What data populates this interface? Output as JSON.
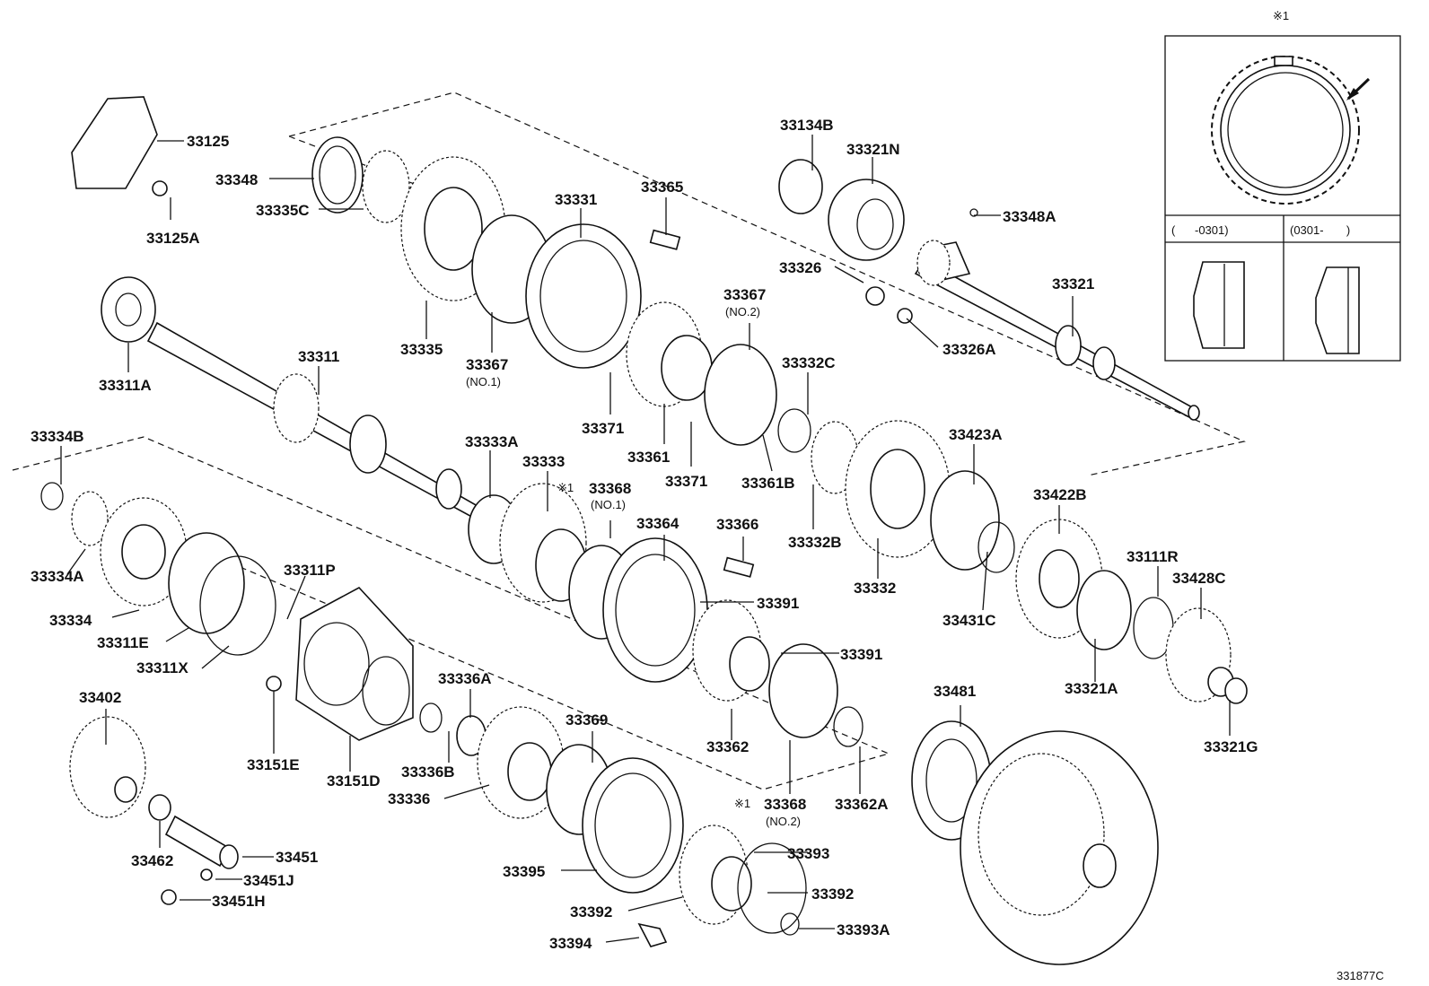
{
  "diagram_code": "331877C",
  "inset": {
    "marker": "※1",
    "col1": "(      -0301)",
    "col2": "(0301-       )"
  },
  "parts": [
    {
      "id": "p33125",
      "text": "33125"
    },
    {
      "id": "p33125A",
      "text": "33125A"
    },
    {
      "id": "p33348",
      "text": "33348"
    },
    {
      "id": "p33335C",
      "text": "33335C"
    },
    {
      "id": "p33331",
      "text": "33331"
    },
    {
      "id": "p33365",
      "text": "33365"
    },
    {
      "id": "p33134B",
      "text": "33134B"
    },
    {
      "id": "p33321N",
      "text": "33321N"
    },
    {
      "id": "p33348A",
      "text": "33348A"
    },
    {
      "id": "p33326",
      "text": "33326"
    },
    {
      "id": "p33321",
      "text": "33321"
    },
    {
      "id": "p33326A",
      "text": "33326A"
    },
    {
      "id": "p33311A",
      "text": "33311A"
    },
    {
      "id": "p33311",
      "text": "33311"
    },
    {
      "id": "p33335",
      "text": "33335"
    },
    {
      "id": "p33367a",
      "text": "33367"
    },
    {
      "id": "p33367b",
      "text": "33367"
    },
    {
      "id": "p33332C",
      "text": "33332C"
    },
    {
      "id": "p33371a",
      "text": "33371"
    },
    {
      "id": "p33361",
      "text": "33361"
    },
    {
      "id": "p33371b",
      "text": "33371"
    },
    {
      "id": "p33361B",
      "text": "33361B"
    },
    {
      "id": "p33423A",
      "text": "33423A"
    },
    {
      "id": "p33334B",
      "text": "33334B"
    },
    {
      "id": "p33333A",
      "text": "33333A"
    },
    {
      "id": "p33333",
      "text": "33333"
    },
    {
      "id": "p33368a",
      "text": "33368"
    },
    {
      "id": "p33364",
      "text": "33364"
    },
    {
      "id": "p33366",
      "text": "33366"
    },
    {
      "id": "p33332B",
      "text": "33332B"
    },
    {
      "id": "p33422B",
      "text": "33422B"
    },
    {
      "id": "p33334A",
      "text": "33334A"
    },
    {
      "id": "p33311P",
      "text": "33311P"
    },
    {
      "id": "p33332",
      "text": "33332"
    },
    {
      "id": "p33111R",
      "text": "33111R"
    },
    {
      "id": "p33428C",
      "text": "33428C"
    },
    {
      "id": "p33391a",
      "text": "33391"
    },
    {
      "id": "p33431C",
      "text": "33431C"
    },
    {
      "id": "p33334",
      "text": "33334"
    },
    {
      "id": "p33311E",
      "text": "33311E"
    },
    {
      "id": "p33311X",
      "text": "33311X"
    },
    {
      "id": "p33391b",
      "text": "33391"
    },
    {
      "id": "p33336A",
      "text": "33336A"
    },
    {
      "id": "p33402",
      "text": "33402"
    },
    {
      "id": "p33481",
      "text": "33481"
    },
    {
      "id": "p33321A",
      "text": "33321A"
    },
    {
      "id": "p33369",
      "text": "33369"
    },
    {
      "id": "p33362",
      "text": "33362"
    },
    {
      "id": "p33321G",
      "text": "33321G"
    },
    {
      "id": "p33151E",
      "text": "33151E"
    },
    {
      "id": "p33151D",
      "text": "33151D"
    },
    {
      "id": "p33336B",
      "text": "33336B"
    },
    {
      "id": "p33336",
      "text": "33336"
    },
    {
      "id": "p33368b",
      "text": "33368"
    },
    {
      "id": "p33362A",
      "text": "33362A"
    },
    {
      "id": "p33462",
      "text": "33462"
    },
    {
      "id": "p33451",
      "text": "33451"
    },
    {
      "id": "p33393",
      "text": "33393"
    },
    {
      "id": "p33395",
      "text": "33395"
    },
    {
      "id": "p33451J",
      "text": "33451J"
    },
    {
      "id": "p33451H",
      "text": "33451H"
    },
    {
      "id": "p33392a",
      "text": "33392"
    },
    {
      "id": "p33392b",
      "text": "33392"
    },
    {
      "id": "p33393A",
      "text": "33393A"
    },
    {
      "id": "p33394",
      "text": "33394"
    }
  ],
  "notes": [
    {
      "id": "n1",
      "text": "(NO.1)"
    },
    {
      "id": "n2",
      "text": "(NO.2)"
    },
    {
      "id": "n3",
      "text": "(NO.1)"
    },
    {
      "id": "n4",
      "text": "(NO.2)"
    },
    {
      "id": "m1",
      "text": "※1"
    },
    {
      "id": "m2",
      "text": "※1"
    }
  ]
}
